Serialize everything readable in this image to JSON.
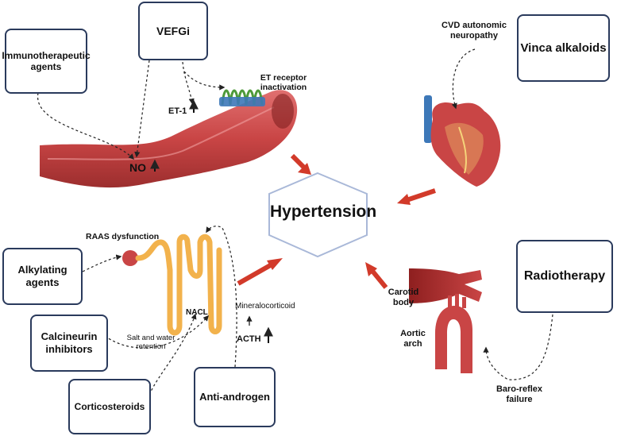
{
  "center": {
    "label": "Hypertension"
  },
  "boxes": {
    "vefgi": "VEFGi",
    "immunotherapeutic": "Immunotherapeutic agents",
    "vinca": "Vinca alkaloids",
    "alkylating": "Alkylating agents",
    "calcineurin": "Calcineurin inhibitors",
    "corticosteroids": "Corticosteroids",
    "antiandrogen": "Anti-androgen",
    "radiotherapy": "Radiotherapy"
  },
  "labels": {
    "et_receptor": "ET receptor inactivation",
    "et1": "ET-1",
    "no": "NO",
    "cvd": "CVD autonomic neuropathy",
    "raas": "RAAS dysfunction",
    "nacl": "NACL",
    "salt_water": "Salt and water retention",
    "mineralocorticoid": "Mineralocorticoid",
    "acth": "ACTH",
    "carotid": "Carotid body",
    "aortic": "Aortic arch",
    "baro": "Baro-reflex failure"
  },
  "colors": {
    "box_border": "#2a3a5c",
    "hexagon_border": "#a9b8d8",
    "red_arrow": "#d23a2a",
    "vessel": "#c94545",
    "kidney": "#f2b24c",
    "receptor_green": "#4e9a3a",
    "receptor_blue": "#3d78b8"
  },
  "icons": [
    "blood-vessel-illustration",
    "heart-illustration",
    "kidney-nephron-illustration",
    "carotid-artery-illustration",
    "aortic-arch-illustration",
    "receptor-icon"
  ]
}
